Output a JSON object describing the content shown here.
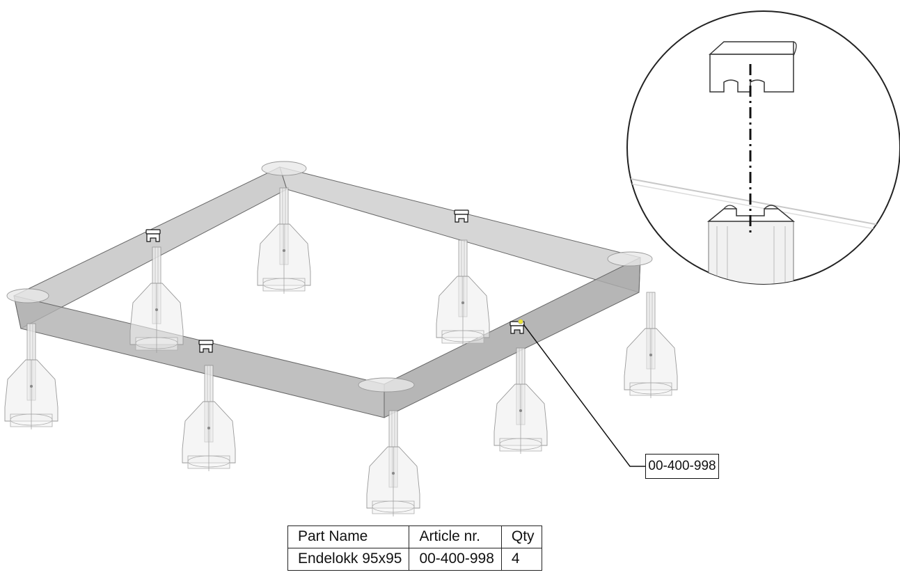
{
  "callout": {
    "article": "00-400-998"
  },
  "bom": {
    "headers": [
      "Part Name",
      "Article nr.",
      "Qty"
    ],
    "rows": [
      [
        "Endelokk 95x95",
        "00-400-998",
        "4"
      ]
    ]
  },
  "colors": {
    "beam_fill": "#bdbdbd",
    "post_fill": "#e6e6e6",
    "line": "#333333",
    "highlight": "#e8e23a"
  },
  "icons": [
    "end-cap-icon",
    "post-profile-icon",
    "dash-dot-axis"
  ]
}
